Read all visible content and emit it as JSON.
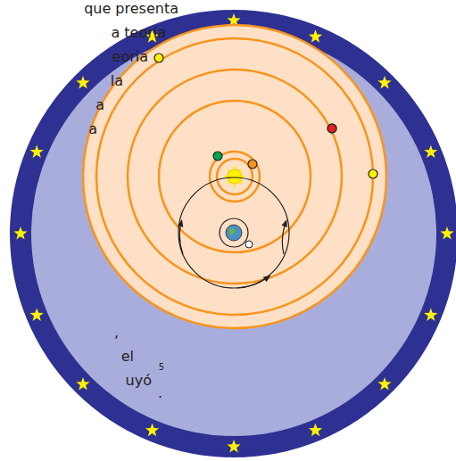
{
  "diagram": {
    "labels": [
      "que presenta",
      "a teoría",
      "eoría",
      "la",
      "a",
      "a",
      ",",
      "el",
      "uyó",
      "5",
      "."
    ]
  }
}
